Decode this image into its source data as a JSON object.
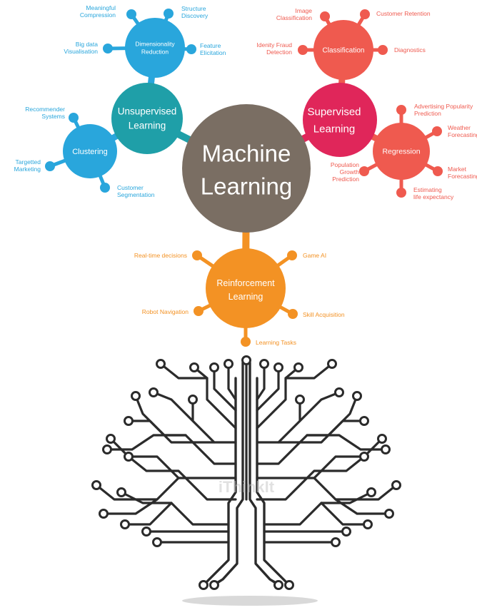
{
  "center": {
    "lines": [
      "Machine",
      "Learning"
    ],
    "color": "#7a6e63"
  },
  "unsupervised": {
    "color": "#1f9fa8",
    "lines": [
      "Unsupervised",
      "Learning"
    ],
    "dimensionality": {
      "color": "#29a6dc",
      "lines": [
        "Dimensionality",
        "Reduction"
      ],
      "leaves": [
        [
          "Meaningful",
          "Compression"
        ],
        [
          "Structure",
          "Discovery"
        ],
        [
          "Big data",
          "Visualisation"
        ],
        [
          "Feature",
          "Elicitation"
        ]
      ]
    },
    "clustering": {
      "color": "#29a6dc",
      "lines": [
        "Clustering"
      ],
      "leaves": [
        [
          "Recommender",
          "Systems"
        ],
        [
          "Targetted",
          "Marketing"
        ],
        [
          "Customer",
          "Segmentation"
        ]
      ]
    }
  },
  "supervised": {
    "color": "#e0265a",
    "lines": [
      "Supervised",
      "Learning"
    ],
    "classification": {
      "color": "#ef5a4f",
      "lines": [
        "Classification"
      ],
      "leaves": [
        [
          "Image",
          "Classification"
        ],
        [
          "Customer Retention"
        ],
        [
          "Idenity Fraud",
          "Detection"
        ],
        [
          "Diagnostics"
        ]
      ]
    },
    "regression": {
      "color": "#ef5a4f",
      "lines": [
        "Regression"
      ],
      "leaves": [
        [
          "Advertising Popularity",
          "Prediction"
        ],
        [
          "Weather",
          "Forecasting"
        ],
        [
          "Population",
          "Growth",
          "Prediction"
        ],
        [
          "Market",
          "Forecasting"
        ],
        [
          "Estimating",
          "life expectancy"
        ]
      ]
    }
  },
  "reinforcement": {
    "color": "#f39224",
    "lines": [
      "Reinforcement",
      "Learning"
    ],
    "leaves": [
      [
        "Real-time decisions"
      ],
      [
        "Game AI"
      ],
      [
        "Robot Navigation"
      ],
      [
        "Skill Acquisition"
      ],
      [
        "Learning Tasks"
      ]
    ]
  },
  "tree": {
    "color": "#2b2b2b",
    "watermark": "iThinkIt"
  }
}
